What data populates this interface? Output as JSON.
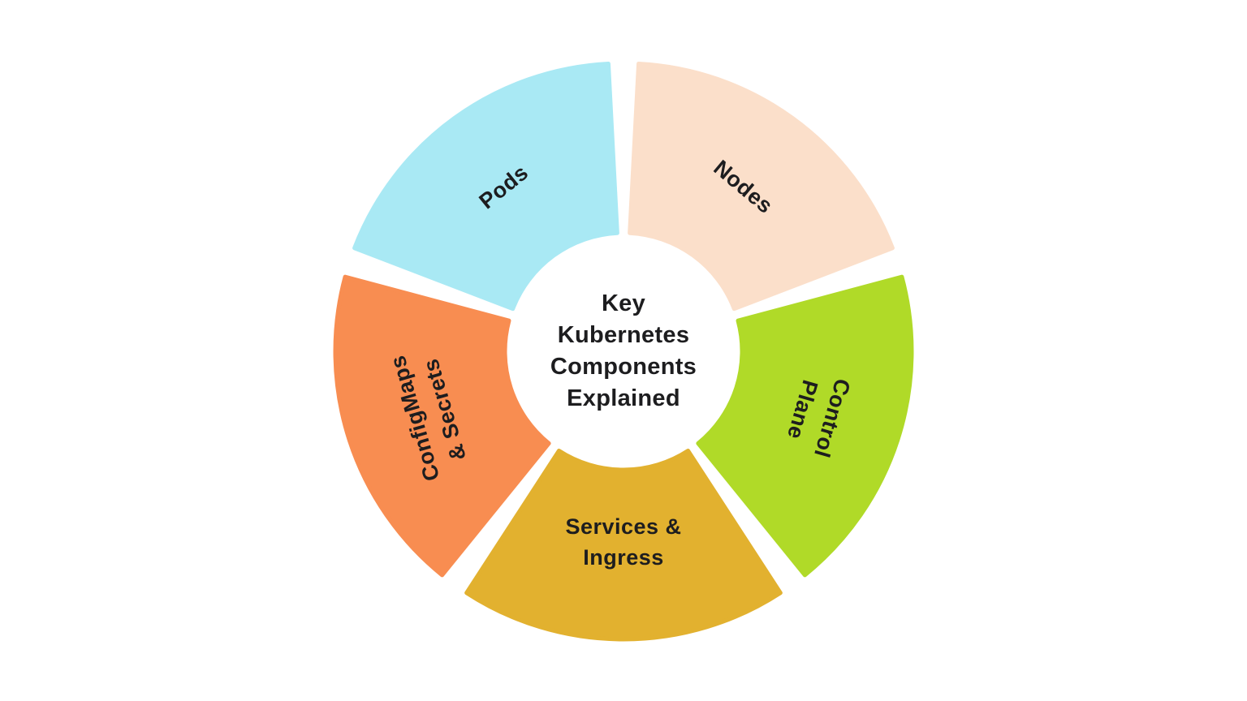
{
  "title": {
    "text": "Key\nKubernetes\nComponents\nExplained",
    "color": "#1d1d1f"
  },
  "chart_data": {
    "type": "donut-diagram",
    "background": "#ffffff",
    "segment_span_deg": 66,
    "gap_deg": 6,
    "segments": [
      {
        "id": "pods",
        "label": "Pods",
        "color": "#a9e9f4",
        "center_angle_deg": 126,
        "label_rotation_deg": -39
      },
      {
        "id": "nodes",
        "label": "Nodes",
        "color": "#fbdfca",
        "center_angle_deg": 54,
        "label_rotation_deg": 40
      },
      {
        "id": "control-plane",
        "label": "Control\nPlane",
        "color": "#b0da28",
        "center_angle_deg": 342,
        "label_rotation_deg": 106
      },
      {
        "id": "services-ingress",
        "label": "Services &\nIngress",
        "color": "#e2b12f",
        "center_angle_deg": 270,
        "label_rotation_deg": 0
      },
      {
        "id": "configmaps-secrets",
        "label": "ConfigMaps\n& Secrets",
        "color": "#f88d51",
        "center_angle_deg": 198,
        "label_rotation_deg": -106
      }
    ]
  }
}
